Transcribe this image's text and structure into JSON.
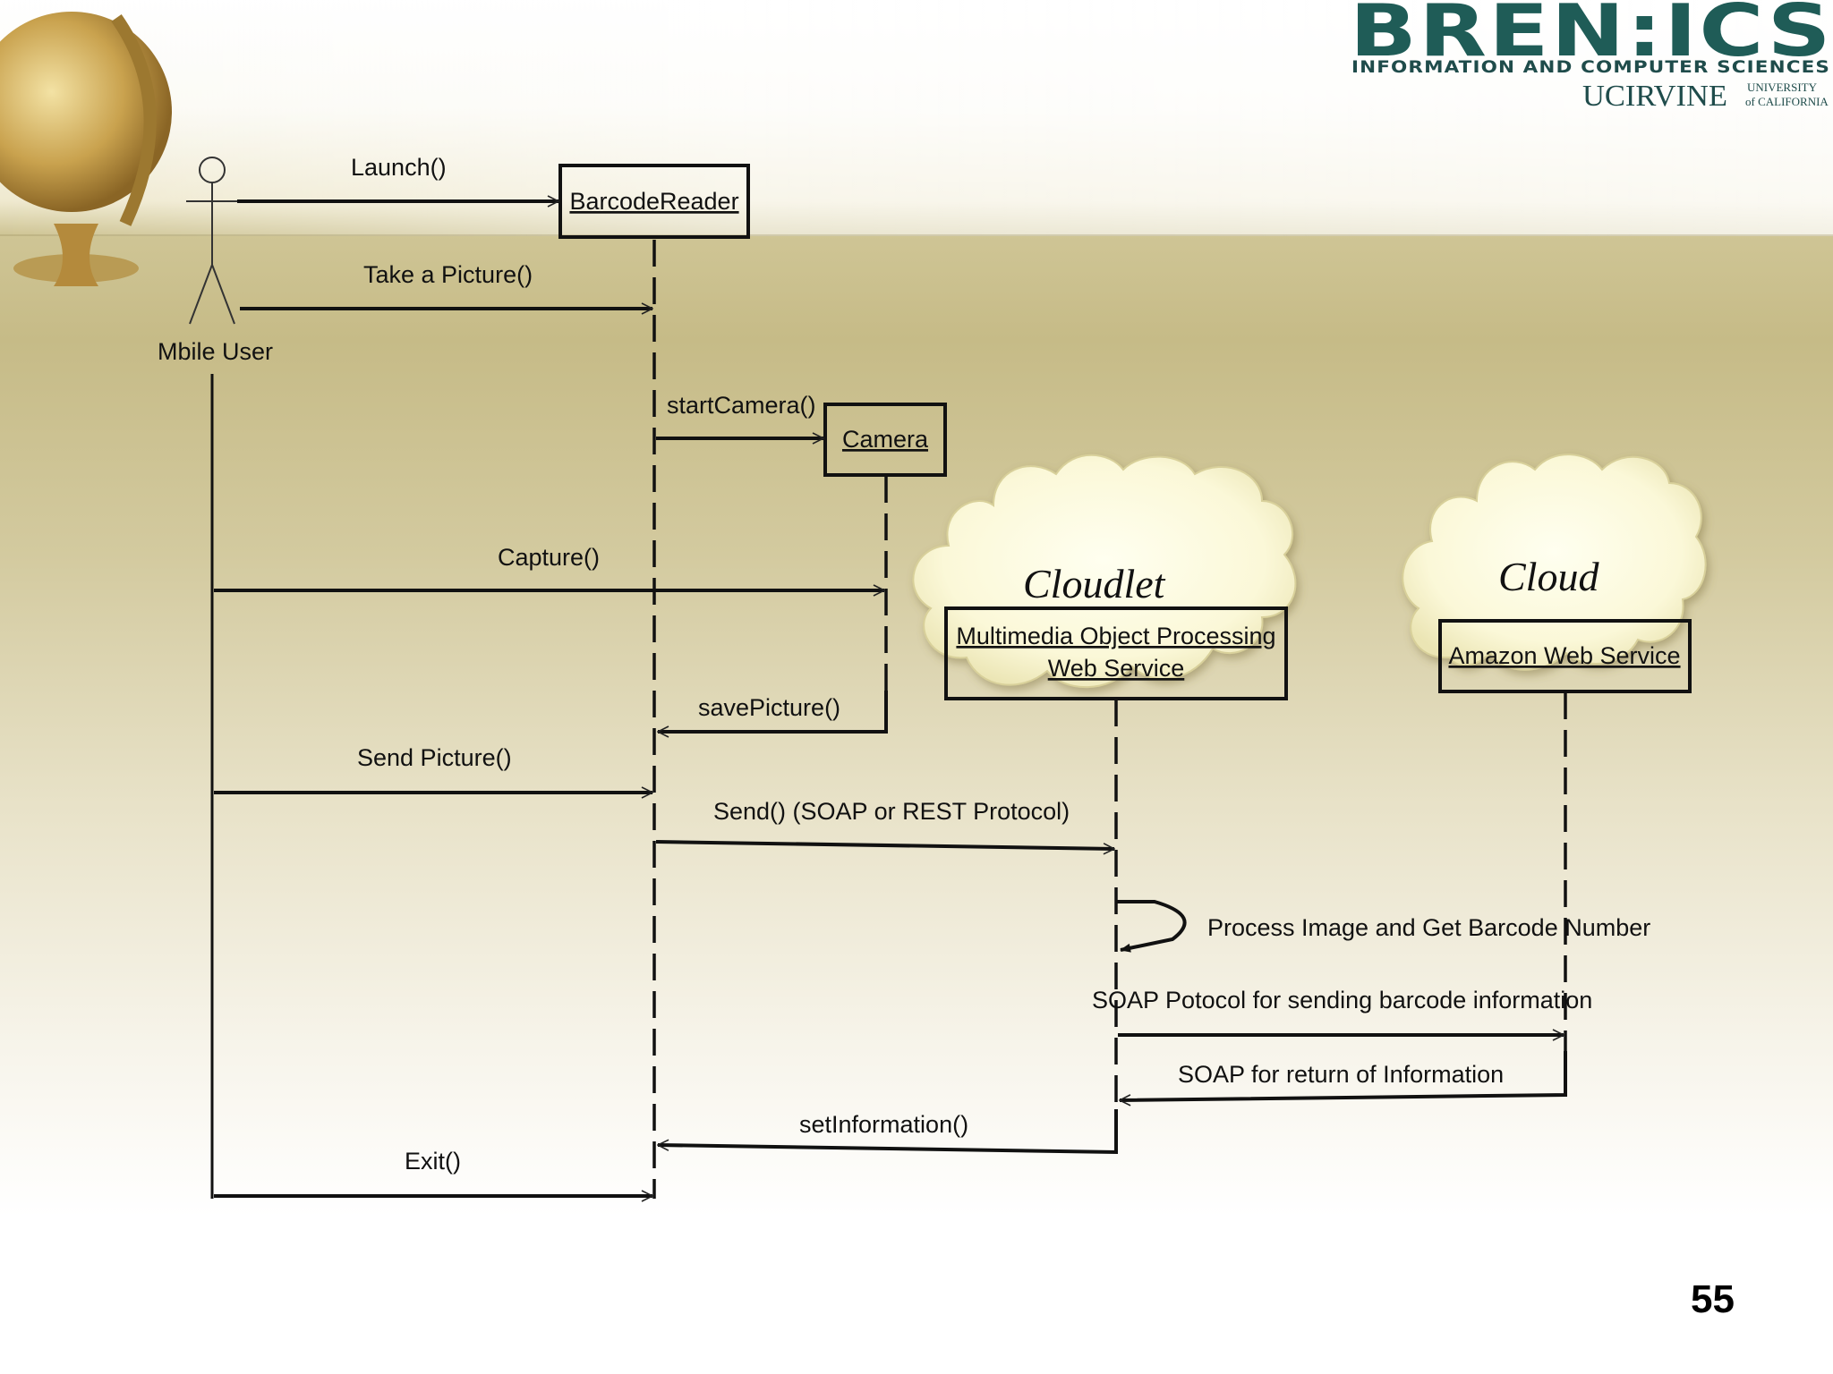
{
  "branding": {
    "logo_word": "BREN:ICS",
    "subtitle": "INFORMATION AND COMPUTER SCIENCES",
    "university": "UCIRVINE",
    "uc_line1": "UNIVERSITY",
    "uc_line2": "of CALIFORNIA"
  },
  "actors": {
    "user": "Mbile User",
    "barcode_reader": "BarcodeReader",
    "camera": "Camera",
    "cloudlet_service_line1": "Multimedia Object Processing",
    "cloudlet_service_line2": "Web Service",
    "cloud_service": "Amazon Web Service"
  },
  "clouds": {
    "cloudlet": "Cloudlet",
    "cloud": "Cloud"
  },
  "messages": {
    "launch": "Launch()",
    "take_picture": "Take a Picture()",
    "start_camera": "startCamera()",
    "capture": "Capture()",
    "save_picture": "savePicture()",
    "send_picture": "Send Picture()",
    "send_soap_rest": "Send() (SOAP or REST Protocol)",
    "process_image": "Process Image and Get Barcode Number",
    "soap_send": "SOAP Potocol for sending barcode information",
    "soap_return": "SOAP for return of Information",
    "set_information": "setInformation()",
    "exit": "Exit()"
  },
  "page_number": "55"
}
